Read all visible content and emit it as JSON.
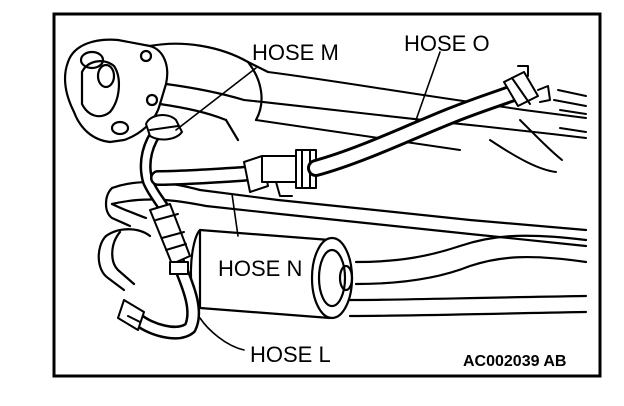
{
  "labels": {
    "hose_m": "HOSE M",
    "hose_o": "HOSE O",
    "hose_n": "HOSE N",
    "hose_l": "HOSE L"
  },
  "figure_code": "AC002039 AB"
}
